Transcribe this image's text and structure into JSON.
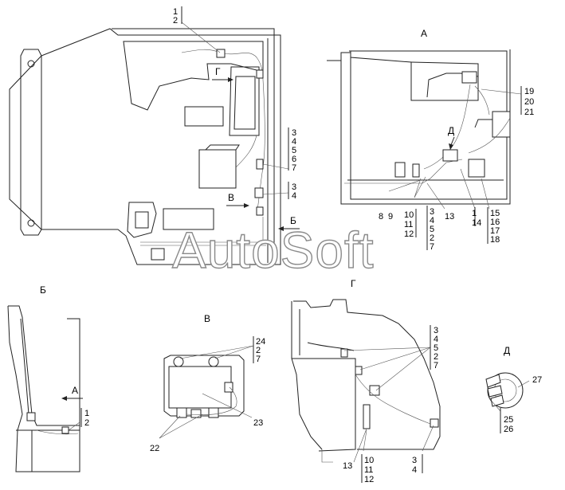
{
  "watermark": "AutoSoft",
  "views": {
    "A": "А",
    "B": "Б",
    "V": "В",
    "G": "Г",
    "D": "Д"
  },
  "arrows": {
    "g_main": "Г",
    "v_main": "В",
    "b_main": "Б",
    "a_viewB": "А",
    "d_viewA": "Д"
  },
  "callouts": {
    "main_top": [
      "1",
      "2"
    ],
    "main_right_1": [
      "3",
      "4",
      "5",
      "6",
      "7"
    ],
    "main_right_2": [
      "3",
      "4"
    ],
    "a_right_top": [
      "19",
      "20",
      "21"
    ],
    "a_8": "8",
    "a_9": "9",
    "a_13": "13",
    "a_bottom_1": [
      "10",
      "11",
      "12"
    ],
    "a_bottom_2": [
      "3",
      "4",
      "5",
      "2",
      "7"
    ],
    "a_bottom_3": [
      "1",
      "14"
    ],
    "a_bottom_4": [
      "15",
      "16",
      "17",
      "18"
    ],
    "b_parts": [
      "1",
      "2"
    ],
    "v_top": [
      "24",
      "2",
      "7"
    ],
    "v_23": "23",
    "v_22": "22",
    "g_right": [
      "3",
      "4",
      "5",
      "2",
      "7"
    ],
    "g_13": "13",
    "g_bottom_1": [
      "10",
      "11",
      "12"
    ],
    "g_bottom_2": [
      "3",
      "4"
    ],
    "d_27": "27",
    "d_bottom": [
      "25",
      "26"
    ]
  }
}
